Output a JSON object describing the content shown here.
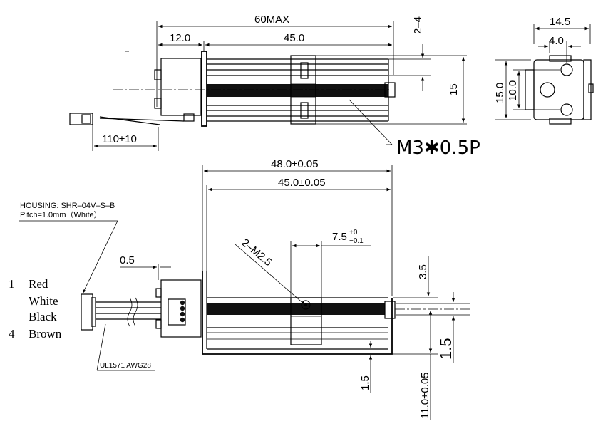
{
  "top_view": {
    "overall_length": "60MAX",
    "motor_length": "12.0",
    "rail_length": "45.0",
    "lead_length": "110±10",
    "screw_offset": "2–4",
    "height": "15",
    "thread_callout": "M3✱0.5P"
  },
  "end_view": {
    "width": "14.5",
    "hole_offset": "4.0",
    "height": "15.0",
    "hole_spacing": "10.0"
  },
  "side_view": {
    "frame_length": "48.0±0.05",
    "rail_length": "45.0±0.05",
    "slider_width_main": "7.5",
    "slider_width_tol_plus": "+0",
    "slider_width_tol_minus": "−0.1",
    "mount_holes": "2–M2.5",
    "flange_thickness": "0.5",
    "top_offset": "3.5",
    "screw_height": "1.5",
    "base_thickness": "1.5",
    "shaft_height": "11.0±0.05"
  },
  "connector": {
    "housing": "HOUSING: SHR–04V–S–B",
    "pitch": "Pitch=1.0mm（White）",
    "cable": "UL1571 AWG28",
    "pins": [
      {
        "num": "1",
        "color": "Red"
      },
      {
        "num": "",
        "color": "White"
      },
      {
        "num": "",
        "color": "Black"
      },
      {
        "num": "4",
        "color": "Brown"
      }
    ]
  }
}
